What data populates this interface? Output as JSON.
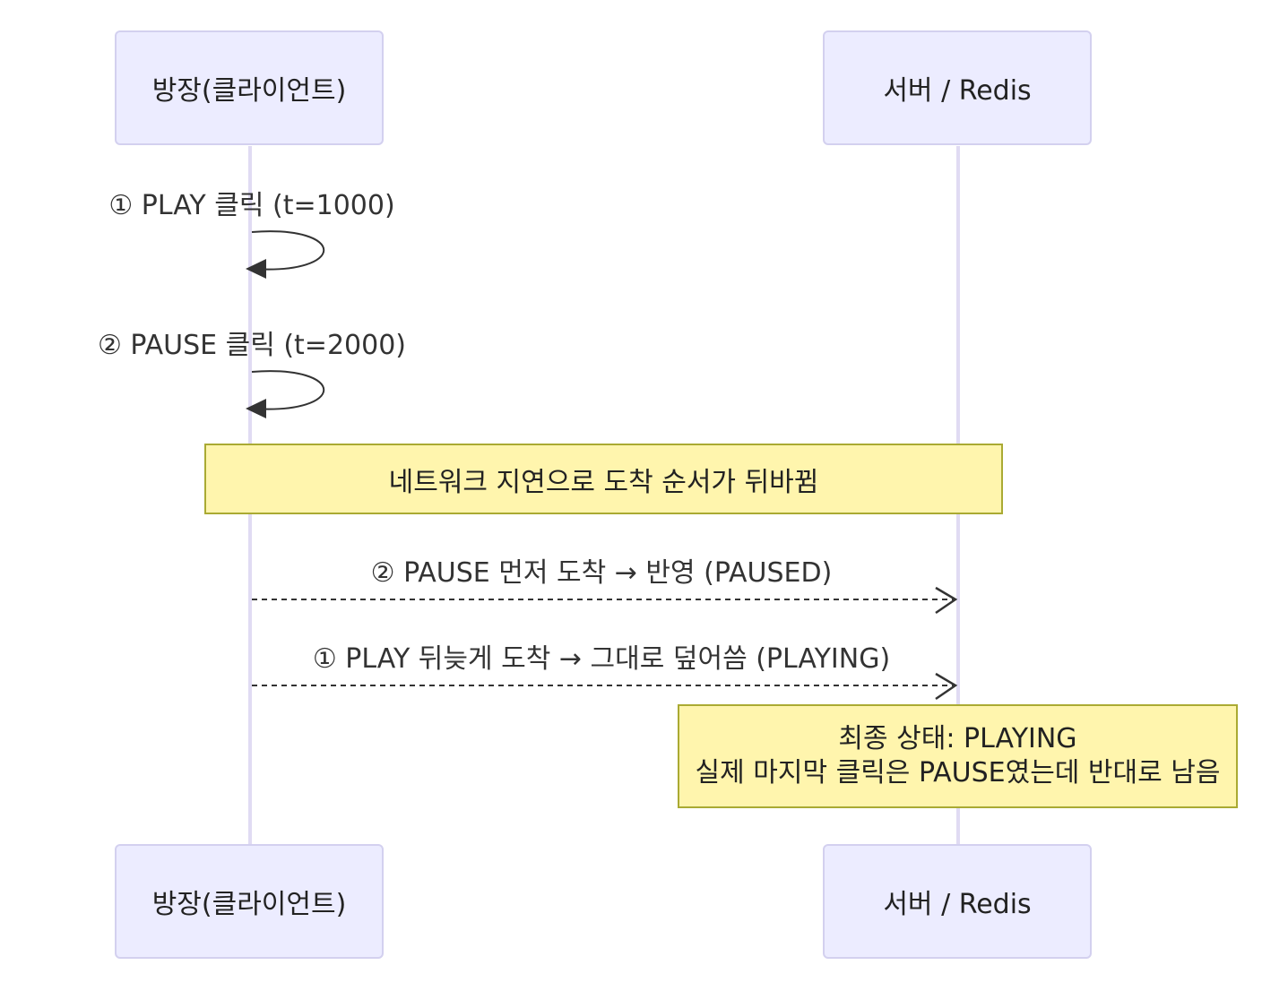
{
  "participants": {
    "client": "방장(클라이언트)",
    "server": "서버 / Redis"
  },
  "messages": {
    "self1": "① PLAY 클릭 (t=1000)",
    "self2": "② PAUSE 클릭 (t=2000)",
    "msg1": "② PAUSE 먼저 도착 → 반영 (PAUSED)",
    "msg2": "① PLAY 뒤늦게 도착 → 그대로 덮어씀 (PLAYING)"
  },
  "notes": {
    "delay": "네트워크 지연으로 도착 순서가 뒤바뀜",
    "final_line1": "최종 상태: PLAYING",
    "final_line2": "실제 마지막 클릭은 PAUSE였는데 반대로 남음"
  },
  "colors": {
    "actor_fill": "#ececff",
    "actor_border": "#d3d0ef",
    "lifeline": "#e0dbf3",
    "note_fill": "#fff5ad",
    "note_border": "#aaaa33",
    "arrow": "#333333"
  }
}
